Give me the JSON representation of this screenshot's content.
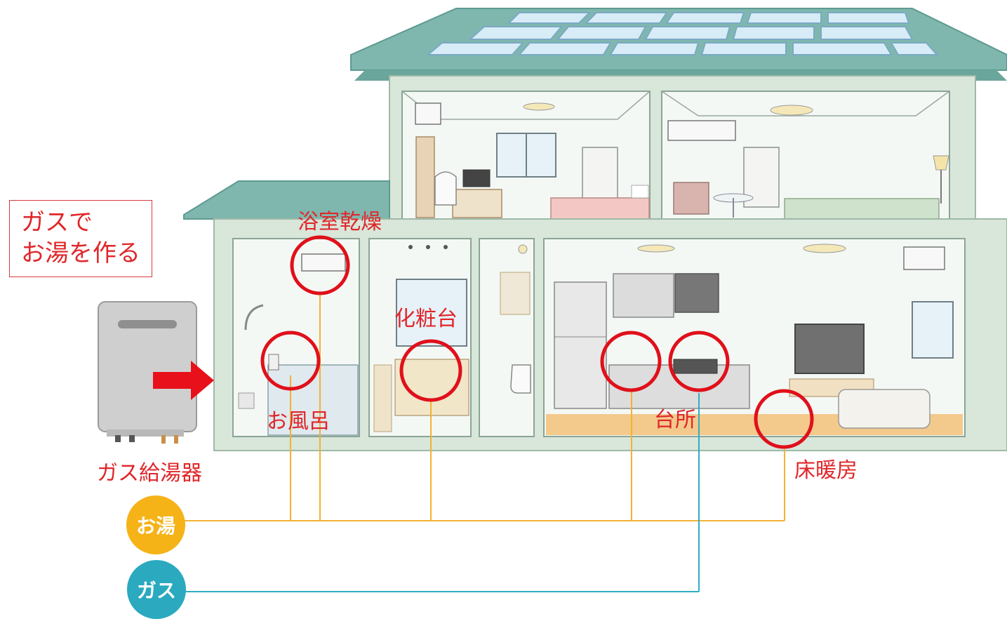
{
  "callout": {
    "line1": "ガスで",
    "line2": "お湯を作る"
  },
  "heater_label": "ガス給湯器",
  "labels": {
    "bathroom_dryer": "浴室乾燥",
    "vanity": "化粧台",
    "bath": "お風呂",
    "kitchen": "台所",
    "floor_heating": "床暖房"
  },
  "legend": {
    "hot_water": "お湯",
    "gas": "ガス"
  },
  "colors": {
    "accent_red": "#e0262a",
    "hot_water_line": "#f2b233",
    "gas_line": "#2eaec4",
    "roof": "#7fb7ae",
    "wall": "#d9e6da"
  }
}
